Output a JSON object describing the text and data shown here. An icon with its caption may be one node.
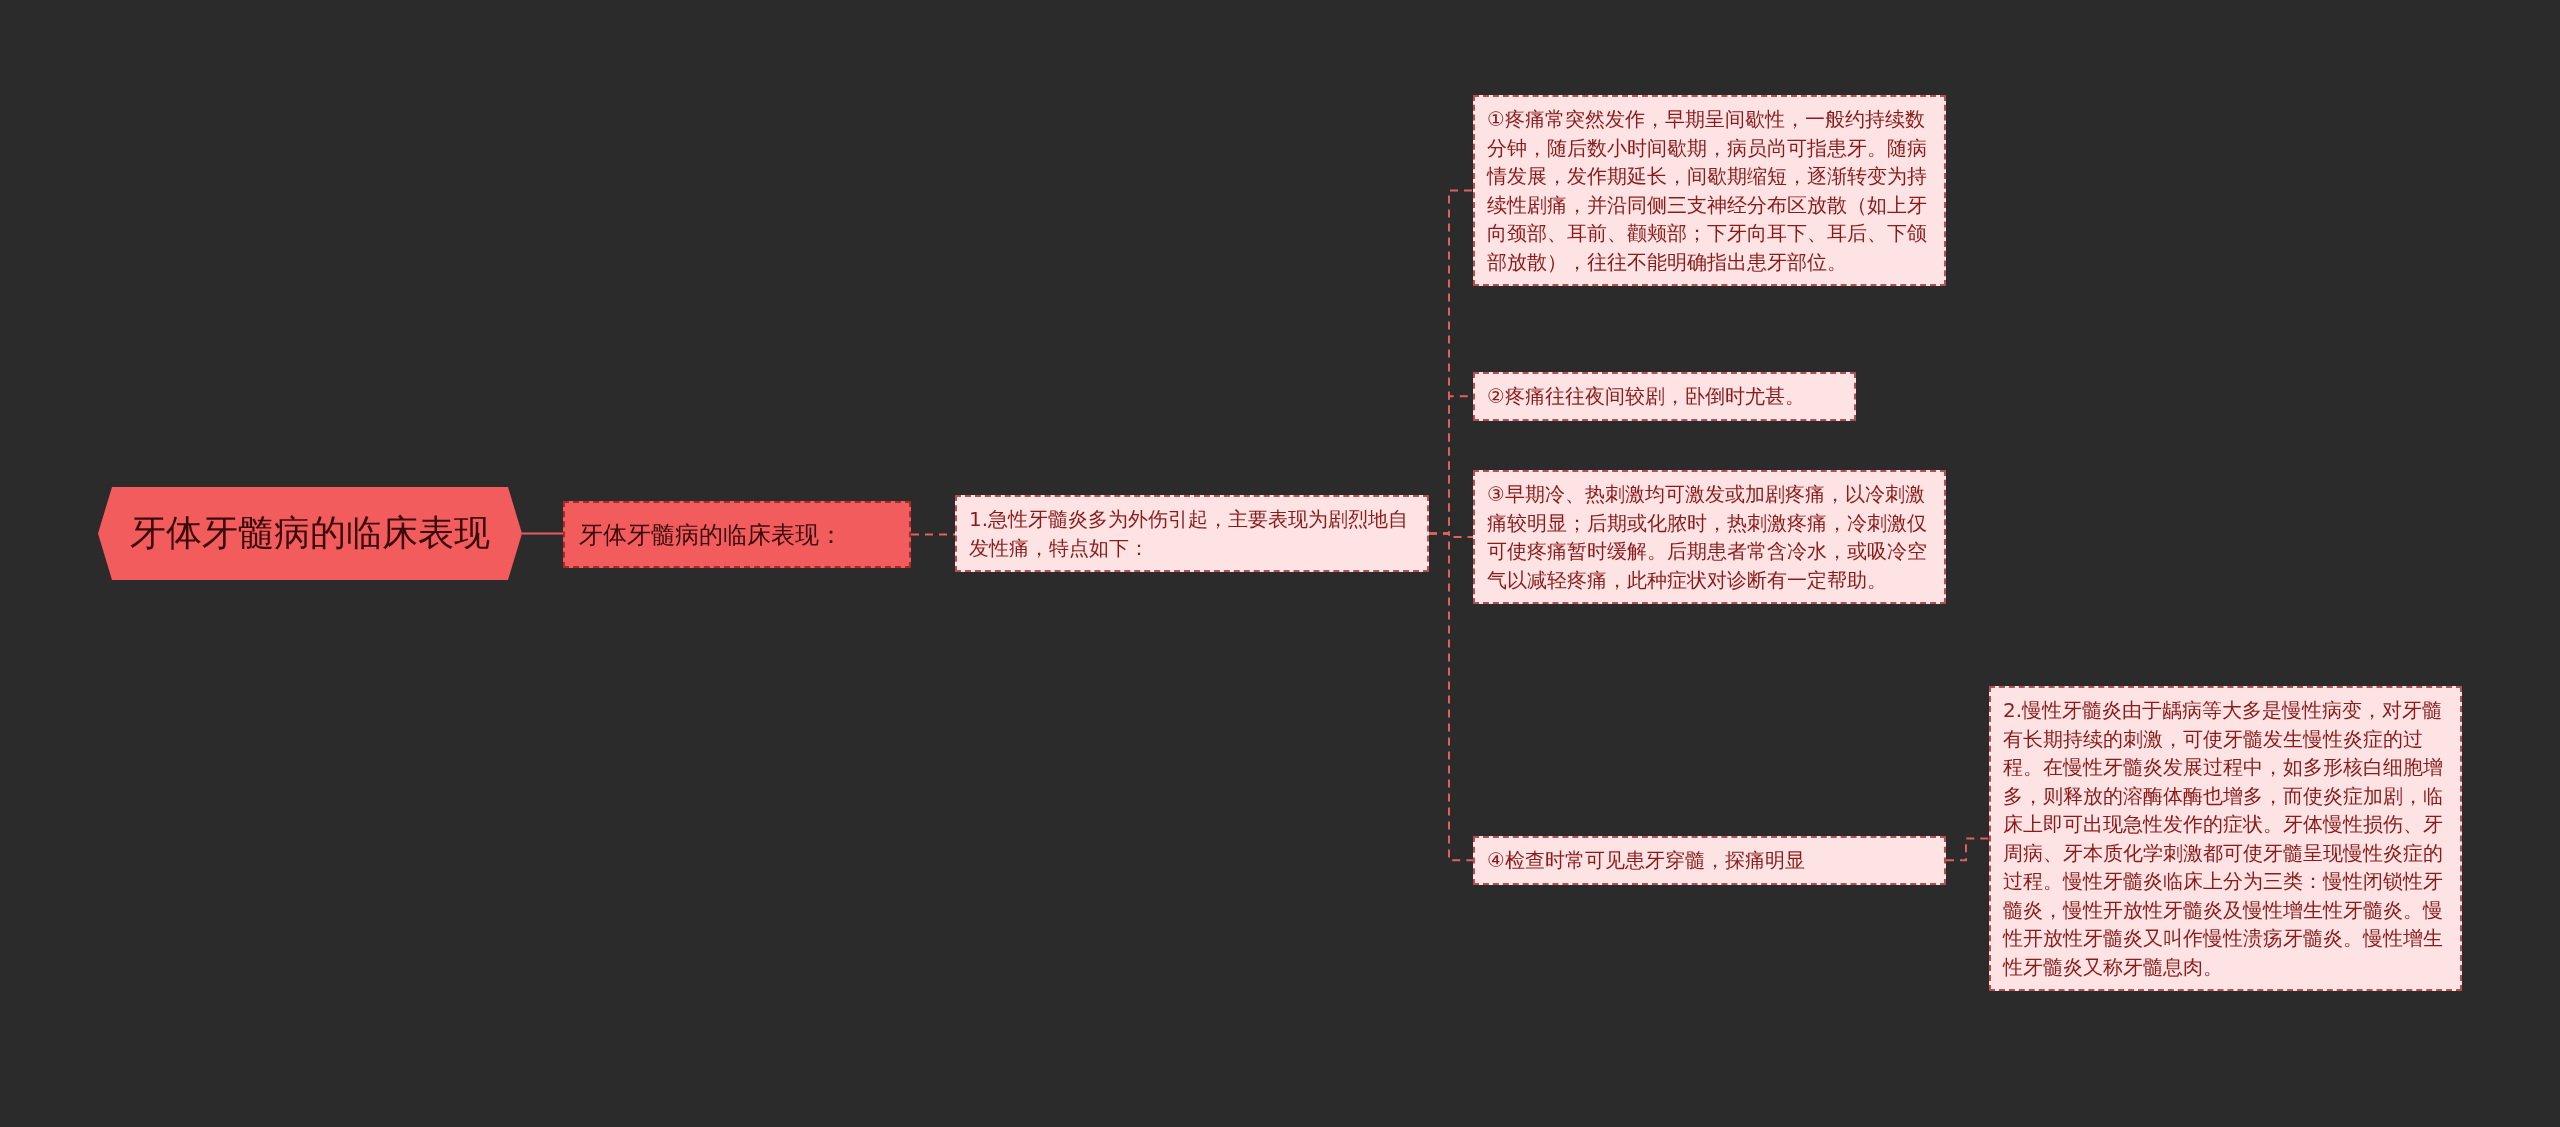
{
  "diagram": {
    "nodes": [
      {
        "text": [
          "牙体牙髓病的临床表现"
        ]
      },
      {
        "text": [
          "牙体牙髓病的临床表现："
        ]
      },
      {
        "text": [
          "1.急性牙髓炎多为外伤引起，主要表现为剧烈地自发性痛，特点如下："
        ]
      },
      {
        "text": [
          "①疼痛常突然发作，早期呈间歇性，一般约持续数分钟，随后数小时间歇期，病员尚可指患牙。随病情发展，发作期延长，间歇期缩短，逐渐转变为持续性剧痛，并沿同侧三支神经分布区放散（如上牙向颈部、耳前、颧颊部；下牙向耳下、耳后、下颌部放散），往往不能明确指出患牙部位。"
        ]
      },
      {
        "text": [
          "②疼痛往往夜间较剧，卧倒时尤甚。"
        ]
      },
      {
        "text": [
          "③早期冷、热刺激均可激发或加剧疼痛，以冷刺激痛较明显；后期或化脓时，热刺激疼痛，冷刺激仅可使疼痛暂时缓解。后期患者常含冷水，或吸冷空气以减轻疼痛，此种症状对诊断有一定帮助。"
        ]
      },
      {
        "text": [
          "④检查时常可见患牙穿髓，探痛明显"
        ]
      },
      {
        "text": [
          "2.慢性牙髓炎由于龋病等大多是慢性病变，对牙髓有长期持续的刺激，可使牙髓发生慢性炎症的过程。在慢性牙髓炎发展过程中，如多形核白细胞增多，则释放的溶酶体酶也增多，而使炎症加剧，临床上即可出现急性发作的症状。牙体慢性损伤、牙周病、牙本质化学刺激都可使牙髓呈现慢性炎症的过程。慢性牙髓炎临床上分为三类：慢性闭锁性牙髓炎，慢性开放性牙髓炎及慢性增生性牙髓炎。慢性开放性牙髓炎又叫作慢性溃疡牙髓炎。慢性增生性牙髓炎又称牙髓息肉。"
        ]
      }
    ],
    "edges": [
      {
        "from": 0,
        "to": 1,
        "arrow": "none"
      },
      {
        "from": 1,
        "to": 2,
        "arrow": "none",
        "style": "dashed"
      },
      {
        "from": 2,
        "to": 3,
        "arrow": "none",
        "style": "dashed"
      },
      {
        "from": 2,
        "to": 4,
        "arrow": "none",
        "style": "dashed"
      },
      {
        "from": 2,
        "to": 5,
        "arrow": "none",
        "style": "dashed"
      },
      {
        "from": 2,
        "to": 6,
        "arrow": "none",
        "style": "dashed"
      },
      {
        "from": 6,
        "to": 7,
        "arrow": "none",
        "style": "dashed"
      }
    ]
  }
}
